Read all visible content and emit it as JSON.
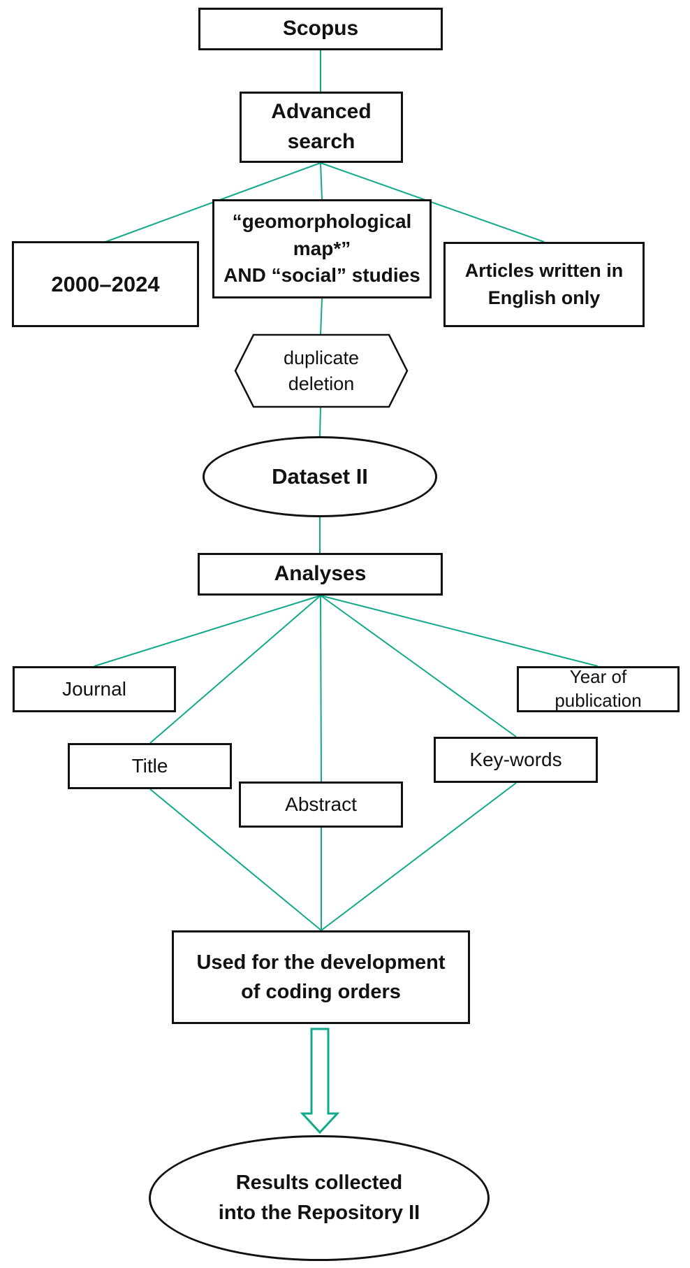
{
  "diagram_title": "Scopus literature search and analysis flowchart (Dataset II)",
  "colors": {
    "connector": "#10a98c",
    "shape_border": "#111111",
    "text": "#111111",
    "background": "#ffffff"
  },
  "nodes": {
    "scopus": {
      "label": "Scopus",
      "shape": "rectangle"
    },
    "advanced": {
      "label": "Advanced\nsearch",
      "shape": "rectangle"
    },
    "years": {
      "label": "2000–2024",
      "shape": "rectangle"
    },
    "query": {
      "label": "“geomorphological\nmap*”\nAND “social” studies",
      "shape": "rectangle"
    },
    "language": {
      "label": "Articles written in\nEnglish only",
      "shape": "rectangle"
    },
    "duplicate": {
      "label": "duplicate\ndeletion",
      "shape": "hexagon"
    },
    "dataset": {
      "label": "Dataset II",
      "shape": "ellipse"
    },
    "analyses": {
      "label": "Analyses",
      "shape": "rectangle"
    },
    "journal": {
      "label": "Journal",
      "shape": "rectangle"
    },
    "title": {
      "label": "Title",
      "shape": "rectangle"
    },
    "abstract": {
      "label": "Abstract",
      "shape": "rectangle"
    },
    "keywords": {
      "label": "Key-words",
      "shape": "rectangle"
    },
    "year_pub": {
      "label": "Year of\npublication",
      "shape": "rectangle"
    },
    "coding": {
      "label": "Used for the development\nof coding orders",
      "shape": "rectangle"
    },
    "results": {
      "label": "Results collected\ninto the Repository II",
      "shape": "ellipse"
    }
  },
  "edges": [
    "scopus → advanced",
    "advanced → years",
    "advanced → query",
    "advanced → language",
    "query → duplicate",
    "duplicate → dataset",
    "dataset → analyses",
    "analyses → journal",
    "analyses → title",
    "analyses → abstract",
    "analyses → keywords",
    "analyses → year_pub",
    "title → coding",
    "abstract → coding",
    "keywords → coding",
    "coding ⇒ results (block arrow)"
  ]
}
